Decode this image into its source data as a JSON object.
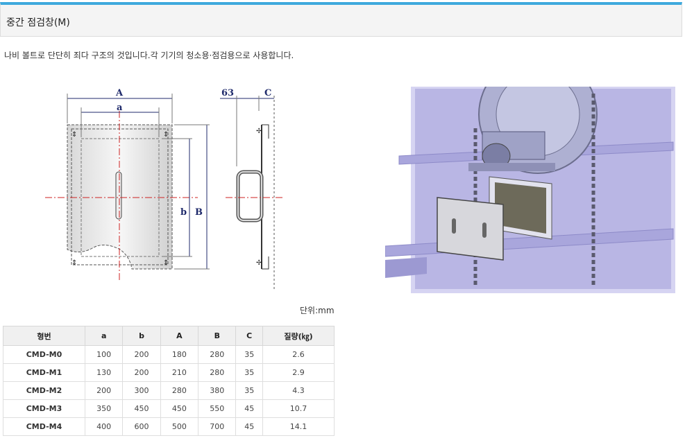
{
  "page_title": "중간 점검창(M)",
  "description": "나비 볼트로 단단히 죄다 구조의 것입니다.각 기기의 청소용·점검용으로 사용합니다.",
  "drawing": {
    "dim_A": "A",
    "dim_a": "a",
    "dim_b": "b",
    "dim_B": "B",
    "dim_63": "63",
    "dim_C": "C"
  },
  "unit_label": "단위:mm",
  "table": {
    "headers": [
      "형번",
      "a",
      "b",
      "A",
      "B",
      "C",
      "질량(㎏)"
    ],
    "rows": [
      [
        "CMD-M0",
        "100",
        "200",
        "180",
        "280",
        "35",
        "2.6"
      ],
      [
        "CMD-M1",
        "130",
        "200",
        "210",
        "280",
        "35",
        "2.9"
      ],
      [
        "CMD-M2",
        "200",
        "300",
        "280",
        "380",
        "35",
        "4.3"
      ],
      [
        "CMD-M3",
        "350",
        "450",
        "450",
        "550",
        "45",
        "10.7"
      ],
      [
        "CMD-M4",
        "400",
        "600",
        "500",
        "700",
        "45",
        "14.1"
      ]
    ]
  },
  "colors": {
    "accent_bar": "#3ea9dd",
    "dimension_text": "#1f2a6b",
    "center_line": "#cc2222"
  },
  "photo_subject": "inspection-window-3d-render-icon"
}
